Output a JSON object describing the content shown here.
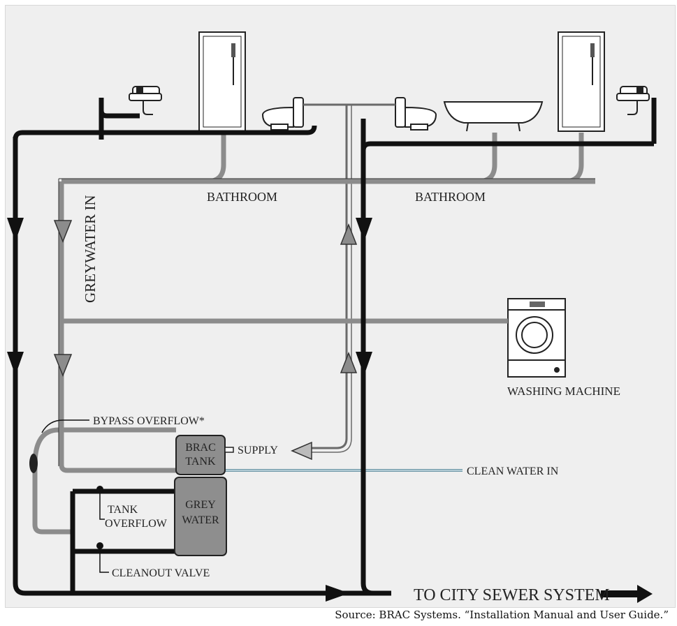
{
  "labels": {
    "bathroom_left": "BATHROOM",
    "bathroom_right": "BATHROOM",
    "greywater_in": "GREYWATER IN",
    "washing_machine": "WASHING MACHINE",
    "bypass_overflow": "BYPASS OVERFLOW*",
    "supply": "SUPPLY",
    "brac_tank_line1": "BRAC",
    "brac_tank_line2": "TANK",
    "grey_water_line1": "GREY",
    "grey_water_line2": "WATER",
    "clean_water_in": "CLEAN WATER IN",
    "tank_overflow_line1": "TANK",
    "tank_overflow_line2": "OVERFLOW",
    "cleanout_valve": "CLEANOUT VALVE",
    "to_city_sewer": "TO CITY SEWER SYSTEM"
  },
  "source_caption": "Source: BRAC Systems. “Installation Manual and User Guide.”",
  "colors": {
    "background": "#efefef",
    "black_pipe": "#111111",
    "grey_pipe": "#8c8c8c",
    "tank_fill": "#8e8e8e",
    "clean_water_pipe": "#8fb3c2"
  }
}
